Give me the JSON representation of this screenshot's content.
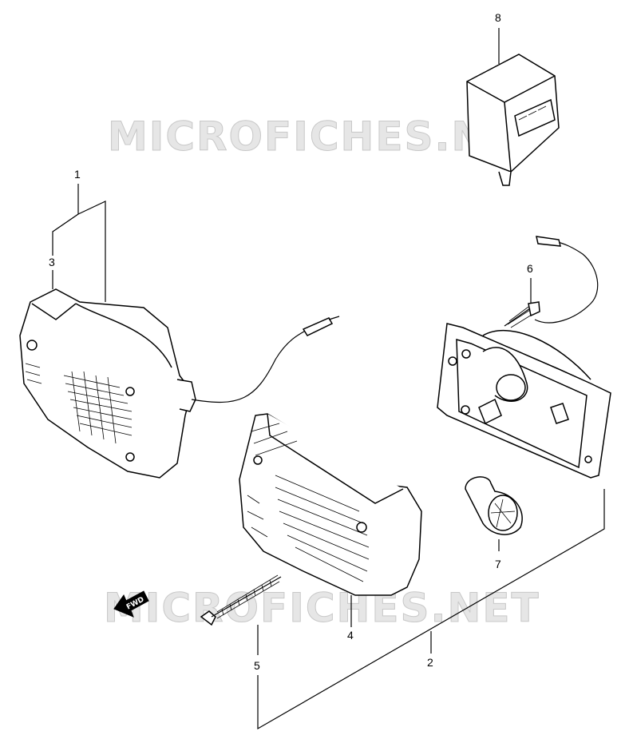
{
  "watermarks": [
    "MICROFICHES.NET",
    "MICROFICHES.NET"
  ],
  "direction_label": "FWD",
  "callouts": [
    "1",
    "2",
    "3",
    "4",
    "5",
    "6",
    "7",
    "8"
  ]
}
